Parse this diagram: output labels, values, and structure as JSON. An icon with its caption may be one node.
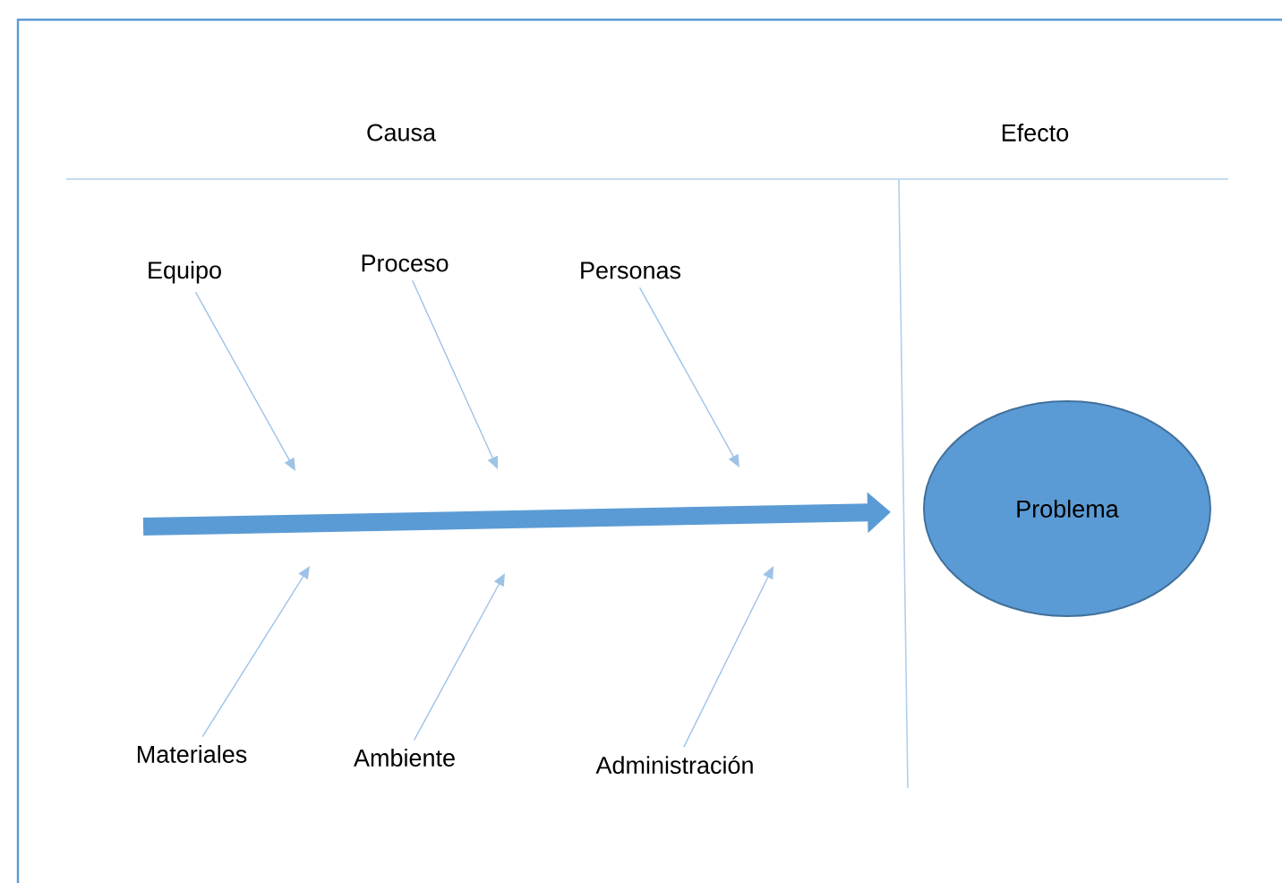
{
  "diagram": {
    "nodes": [
      {
        "text": [
          "Equipo"
        ]
      },
      {
        "text": [
          "Proceso"
        ]
      },
      {
        "text": [
          "Personas"
        ]
      },
      {
        "text": [
          "Materiales"
        ]
      },
      {
        "text": [
          "Ambiente"
        ]
      },
      {
        "text": [
          "Administración"
        ]
      },
      {
        "text": [
          "Problema"
        ]
      }
    ],
    "edges": [
      {
        "from": 0,
        "to": null,
        "arrow": "to"
      },
      {
        "from": 1,
        "to": null,
        "arrow": "to"
      },
      {
        "from": 2,
        "to": null,
        "arrow": "to"
      },
      {
        "from": 3,
        "to": null,
        "arrow": "to"
      },
      {
        "from": 4,
        "to": null,
        "arrow": "to"
      },
      {
        "from": 5,
        "to": null,
        "arrow": "to"
      },
      {
        "from": null,
        "to": 6,
        "arrow": "to",
        "style": "thick",
        "color": "#5b9bd5"
      }
    ],
    "labels": [
      "Causa",
      "Efecto"
    ]
  }
}
